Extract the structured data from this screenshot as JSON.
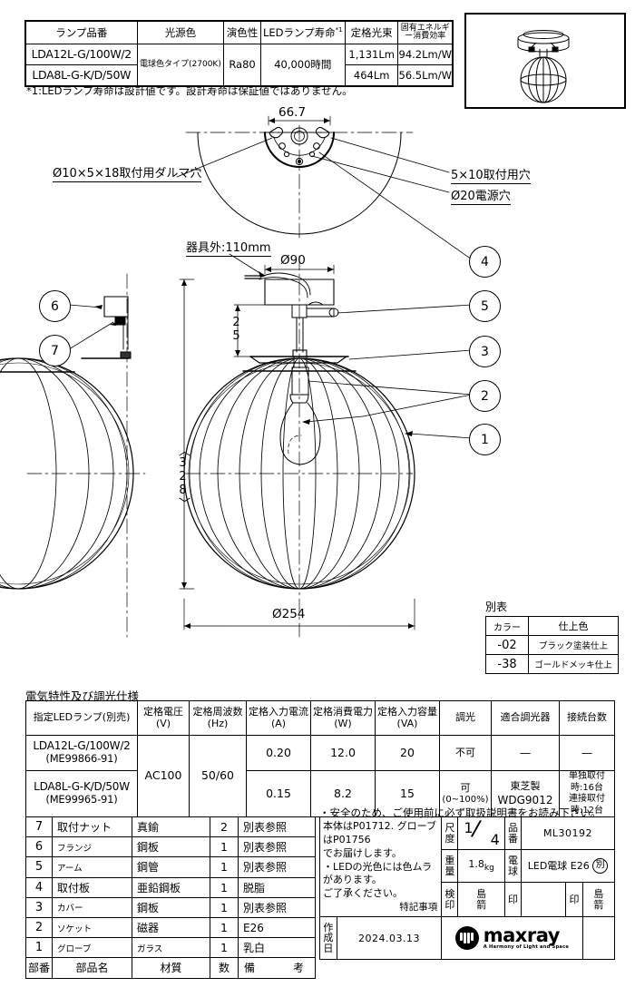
{
  "lamp_spec": {
    "headers": [
      "ランプ品番",
      "光源色",
      "演色性",
      "LEDランプ寿命",
      "定格光束",
      "固有エネルギー消費効率"
    ],
    "life_note_mark": "*1",
    "rows": [
      {
        "model": "LDA12L-G/100W/2",
        "flux": "1,131Lm",
        "eff": "94.2Lm/W"
      },
      {
        "model": "LDA8L-G-K/D/50W",
        "flux": "464Lm",
        "eff": "56.5Lm/W"
      }
    ],
    "color": "電球色タイプ(2700K)",
    "ra": "Ra80",
    "life": "40,000時間",
    "footnote": "*1:LEDランプ寿命は設計値です。設計寿命は保証値ではありません。"
  },
  "drawing": {
    "dim_667": "66.7",
    "dim_90": "Ø90",
    "dim_25": "25",
    "dim_328": "〈328〉",
    "dim_254": "Ø254",
    "label_delma": "Ø10×5×18取付用ダルマ穴",
    "label_5x10": "5×10取付用穴",
    "label_20": "Ø20電源穴",
    "label_kigu": "器具外:110mm",
    "balloons": [
      "1",
      "2",
      "3",
      "4",
      "5",
      "6",
      "7"
    ]
  },
  "alt_table": {
    "title": "別表",
    "headers": [
      "カラー",
      "仕上色"
    ],
    "rows": [
      {
        "code": "-02",
        "finish": "ブラック塗装仕上"
      },
      {
        "code": "-38",
        "finish": "ゴールドメッキ仕上"
      }
    ]
  },
  "electrical": {
    "title": "電気特性及び調光仕様",
    "headers": [
      {
        "l1": "指定LEDランプ(別売)",
        "l2": ""
      },
      {
        "l1": "定格電圧",
        "l2": "(V)"
      },
      {
        "l1": "定格周波数",
        "l2": "(Hz)"
      },
      {
        "l1": "定格入力電流",
        "l2": "(A)"
      },
      {
        "l1": "定格消費電力",
        "l2": "(W)"
      },
      {
        "l1": "定格入力容量",
        "l2": "(VA)"
      },
      {
        "l1": "調光",
        "l2": ""
      },
      {
        "l1": "適合調光器",
        "l2": ""
      },
      {
        "l1": "接続台数",
        "l2": ""
      }
    ],
    "voltage": "AC100",
    "frequency": "50/60",
    "rows": [
      {
        "lamp": "LDA12L-G/100W/2",
        "lamp_code": "(ME99866-91)",
        "current": "0.20",
        "power": "12.0",
        "capacity": "20",
        "dimming": "不可",
        "dimming_sub": "",
        "dimmer": "—",
        "dimmer_sub": "",
        "units": "—",
        "units_sub": ""
      },
      {
        "lamp": "LDA8L-G-K/D/50W",
        "lamp_code": "(ME99965-91)",
        "current": "0.15",
        "power": "8.2",
        "capacity": "15",
        "dimming": "可",
        "dimming_sub": "(0~100%)",
        "dimmer": "東芝製",
        "dimmer_sub": "WDG9012",
        "units": "単独取付時:16台",
        "units_sub": "連接取付時:12台"
      }
    ]
  },
  "safety_note": "・安全のため、ご使用前に必ず取扱説明書をお読み下さい。",
  "parts": {
    "columns": [
      "部番",
      "部品名",
      "材質",
      "数",
      "備　　考"
    ],
    "rows": [
      {
        "no": "7",
        "name": "取付ナット",
        "material": "真鍮",
        "qty": "2",
        "remark": "別表参照"
      },
      {
        "no": "6",
        "name": "フランジ",
        "material": "鋼板",
        "qty": "1",
        "remark": "別表参照"
      },
      {
        "no": "5",
        "name": "アーム",
        "material": "鋼管",
        "qty": "1",
        "remark": "別表参照"
      },
      {
        "no": "4",
        "name": "取付板",
        "material": "亜鉛鋼板",
        "qty": "1",
        "remark": "脱脂"
      },
      {
        "no": "3",
        "name": "カバー",
        "material": "鋼板",
        "qty": "1",
        "remark": "別表参照"
      },
      {
        "no": "2",
        "name": "ソケット",
        "material": "磁器",
        "qty": "1",
        "remark": "E26"
      },
      {
        "no": "1",
        "name": "グローブ",
        "material": "ガラス",
        "qty": "1",
        "remark": "乳白"
      }
    ]
  },
  "title_block": {
    "note_lines": [
      "本体はP01712. グローブはP01756",
      "でお届けします。",
      "・LEDの光色には色ムラがあります。",
      "ご了承ください。"
    ],
    "note_label": "特記事項",
    "scale_label": "尺度",
    "scale_num": "1",
    "scale_den": "4",
    "partno_label": "品番",
    "partno": "ML30192",
    "weight_label": "重量",
    "weight": "1.8",
    "weight_unit": "kg",
    "bulb_label": "電球",
    "bulb": "LED電球 E26",
    "bulb_badge": "別",
    "check_label": "検印",
    "check_name": "島箭",
    "seal_label1": "印",
    "seal_label2": "印",
    "seal_name": "島箭",
    "date_label": "作成日",
    "date": "2024.03.13",
    "brand": "maxray",
    "tagline": "A Harmony of Light and Space"
  }
}
